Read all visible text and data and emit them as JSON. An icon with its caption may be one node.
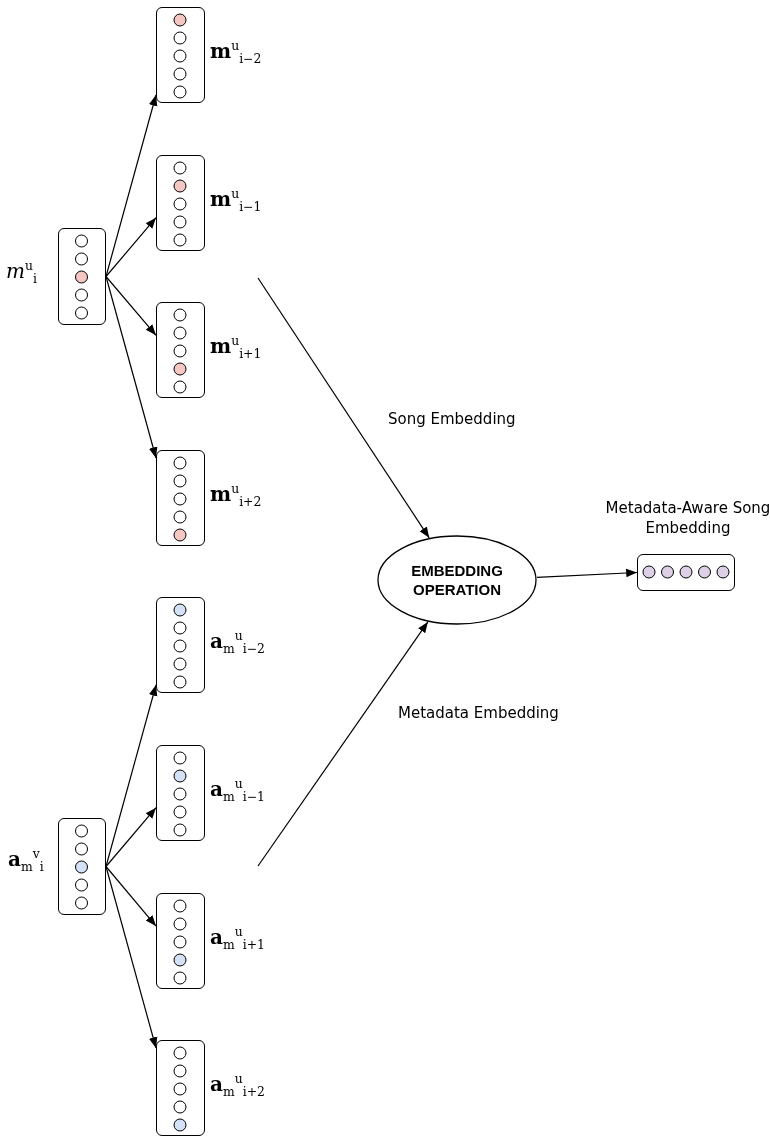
{
  "diagram": {
    "nodes": [
      {
        "text": [],
        "shape": "box",
        "beside": [
          "*m*$^{u}$$_{i}$"
        ]
      },
      {
        "text": [],
        "shape": "box",
        "beside": [
          "**m**$^{u}$$_{i−2}$"
        ]
      },
      {
        "text": [],
        "shape": "box",
        "beside": [
          "**m**$^{u}$$_{i−1}$"
        ]
      },
      {
        "text": [],
        "shape": "box",
        "beside": [
          "**m**$^{u}$$_{i+1}$"
        ]
      },
      {
        "text": [],
        "shape": "box",
        "beside": [
          "**m**$^{u}$$_{i+2}$"
        ]
      },
      {
        "text": [],
        "shape": "box",
        "beside": [
          "**a**$_{m}$$^{v}$$_{i}$"
        ]
      },
      {
        "text": [],
        "shape": "box",
        "beside": [
          "**a**$_{m}$$^{u}$$_{i−2}$"
        ]
      },
      {
        "text": [],
        "shape": "box",
        "beside": [
          "**a**$_{m}$$^{u}$$_{i−1}$"
        ]
      },
      {
        "text": [],
        "shape": "box",
        "beside": [
          "**a**$_{m}$$^{u}$$_{i+1}$"
        ]
      },
      {
        "text": [],
        "shape": "box",
        "beside": [
          "**a**$_{m}$$^{u}$$_{i+2}$"
        ]
      },
      {
        "text": [
          "EMBEDDING OPERATION"
        ]
      },
      {
        "text": [],
        "shape": "box",
        "beside": [
          "Metadata-Aware Song Embedding"
        ]
      }
    ],
    "edges": [
      {
        "from": 0,
        "to": 1,
        "arrow": "to"
      },
      {
        "from": 0,
        "to": 2,
        "arrow": "to"
      },
      {
        "from": 0,
        "to": 3,
        "arrow": "to"
      },
      {
        "from": 0,
        "to": 4,
        "arrow": "to"
      },
      {
        "from": 5,
        "to": 6,
        "arrow": "to"
      },
      {
        "from": 5,
        "to": 7,
        "arrow": "to"
      },
      {
        "from": 5,
        "to": 8,
        "arrow": "to"
      },
      {
        "from": 5,
        "to": 9,
        "arrow": "to"
      },
      {
        "from": null,
        "to": 10,
        "arrow": "to",
        "label": "Song Embedding"
      },
      {
        "from": null,
        "to": 10,
        "arrow": "to",
        "label": "Metadata Embedding"
      },
      {
        "from": 10,
        "to": 11,
        "arrow": "to"
      }
    ]
  }
}
